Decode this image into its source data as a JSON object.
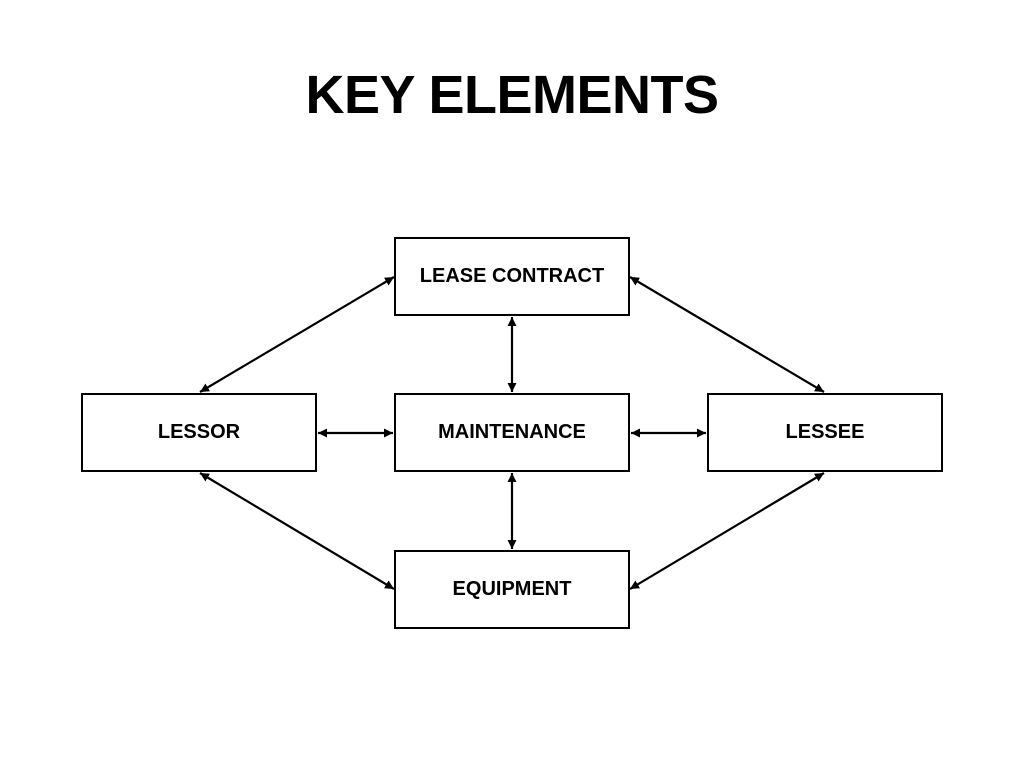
{
  "title": "KEY ELEMENTS",
  "nodes": {
    "lease_contract": "LEASE CONTRACT",
    "lessor": "LESSOR",
    "maintenance": "MAINTENANCE",
    "lessee": "LESSEE",
    "equipment": "EQUIPMENT"
  },
  "edges": [
    {
      "from": "lessor",
      "to": "lease_contract",
      "type": "bidirectional"
    },
    {
      "from": "lease_contract",
      "to": "lessee",
      "type": "bidirectional"
    },
    {
      "from": "lease_contract",
      "to": "maintenance",
      "type": "bidirectional"
    },
    {
      "from": "lessor",
      "to": "maintenance",
      "type": "bidirectional"
    },
    {
      "from": "maintenance",
      "to": "lessee",
      "type": "bidirectional"
    },
    {
      "from": "maintenance",
      "to": "equipment",
      "type": "bidirectional"
    },
    {
      "from": "lessor",
      "to": "equipment",
      "type": "bidirectional"
    },
    {
      "from": "equipment",
      "to": "lessee",
      "type": "bidirectional"
    }
  ],
  "colors": {
    "background": "#ffffff",
    "stroke": "#000000",
    "text": "#000000"
  }
}
